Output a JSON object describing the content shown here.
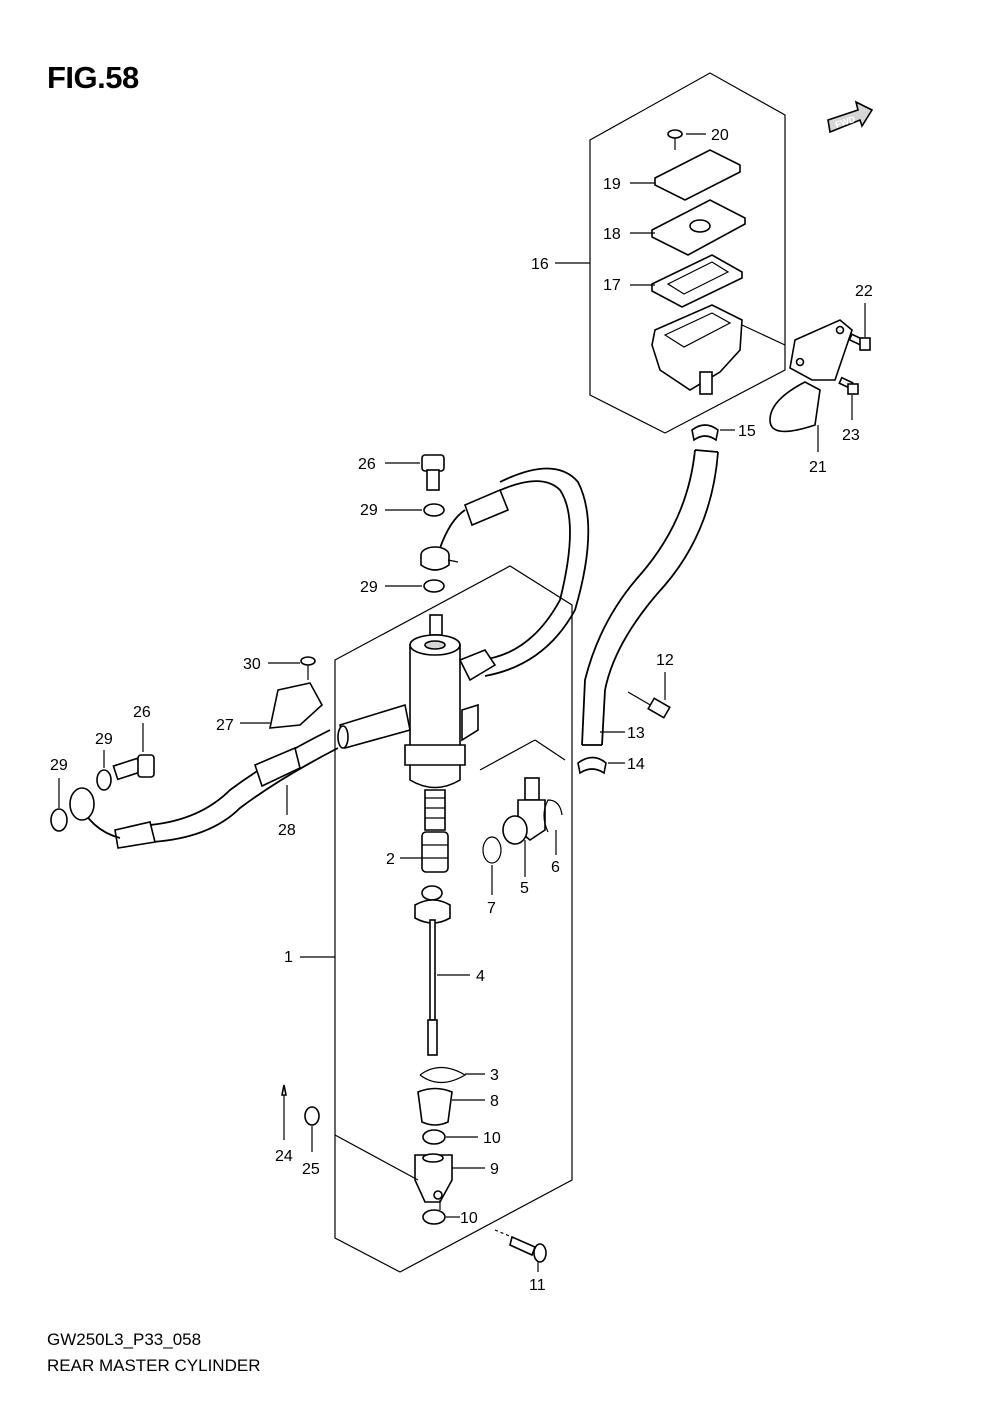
{
  "figure": {
    "title": "FIG.58",
    "code": "GW250L3_P33_058",
    "caption": "REAR MASTER CYLINDER",
    "fwd_label": "FWD"
  },
  "callouts": [
    "1",
    "2",
    "3",
    "4",
    "5",
    "6",
    "7",
    "8",
    "9",
    "10",
    "10",
    "11",
    "12",
    "13",
    "14",
    "15",
    "16",
    "17",
    "18",
    "19",
    "20",
    "21",
    "22",
    "23",
    "24",
    "25",
    "26",
    "26",
    "27",
    "28",
    "29",
    "29",
    "29",
    "29",
    "30"
  ]
}
